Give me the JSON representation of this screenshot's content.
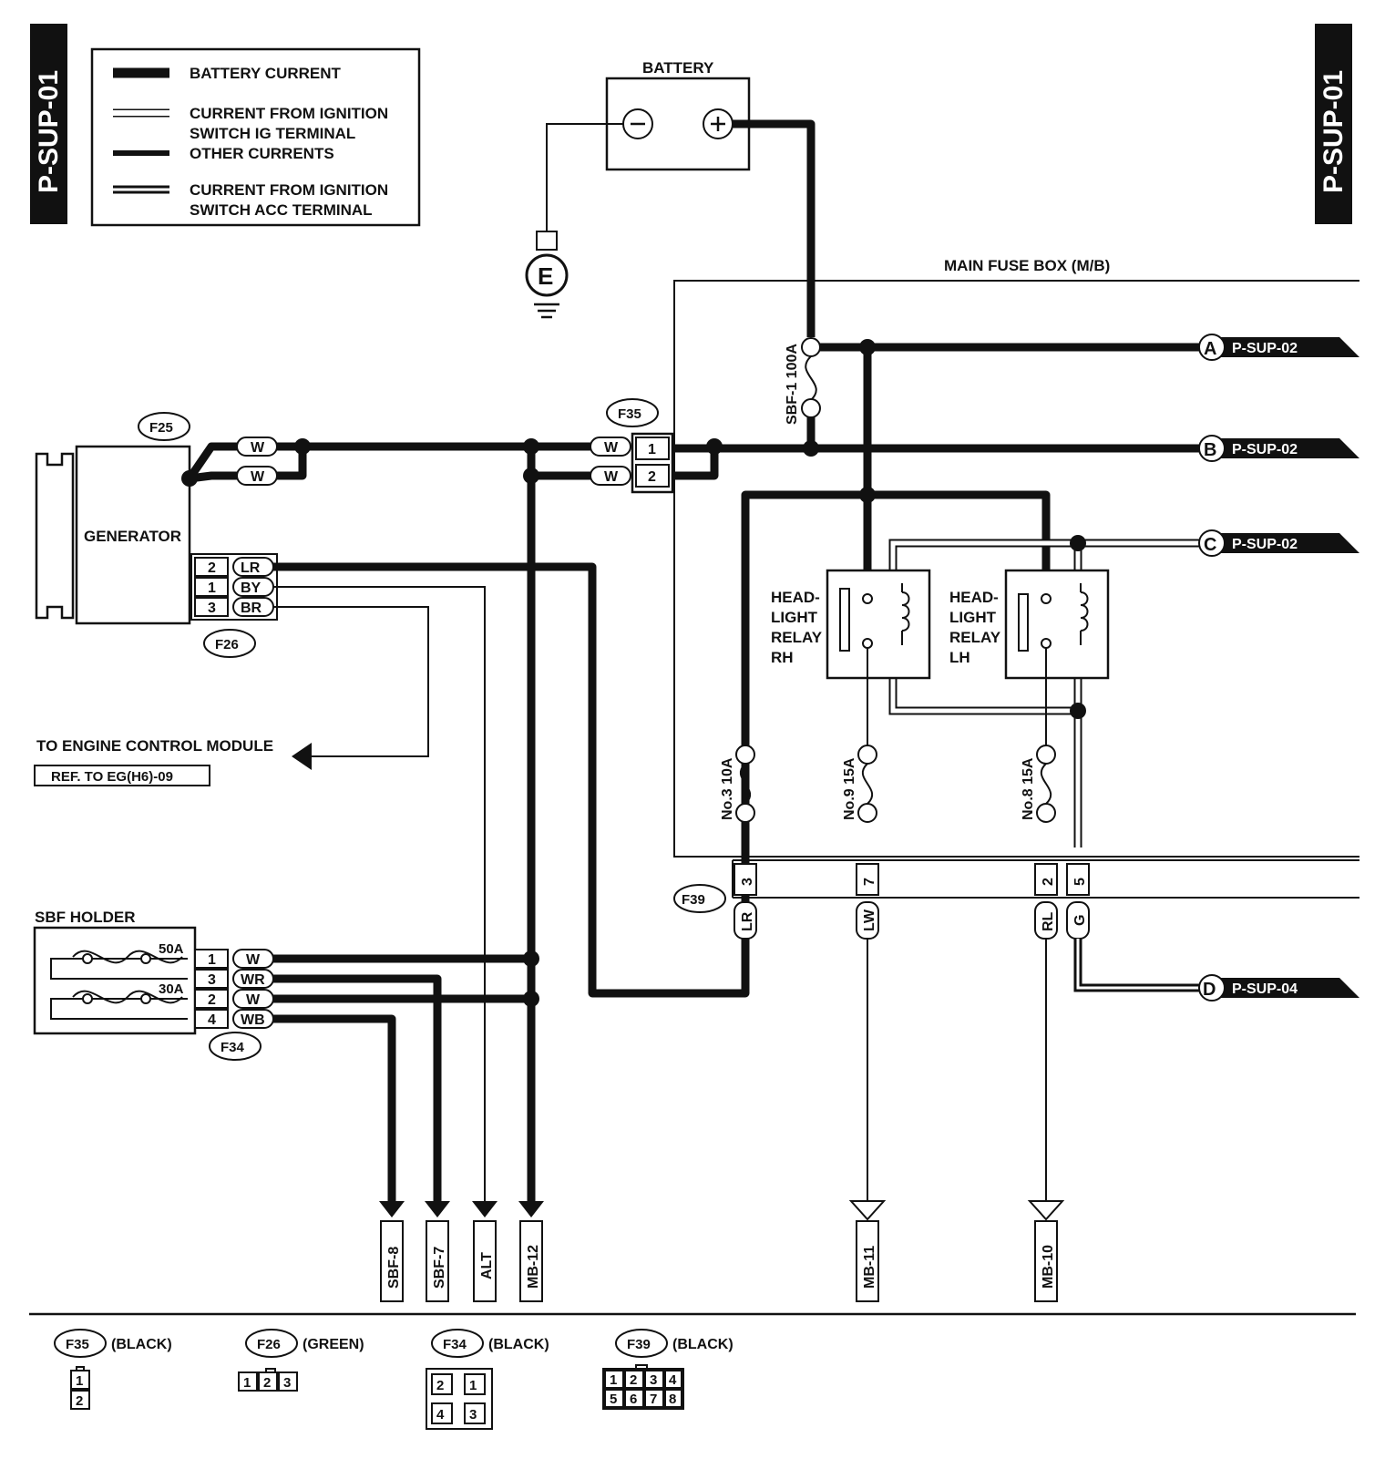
{
  "page_tag": "P-SUP-01",
  "legend": {
    "battery_current": "BATTERY CURRENT",
    "ig_current_1": "CURRENT FROM IGNITION",
    "ig_current_2": "SWITCH IG TERMINAL",
    "other_currents": "OTHER CURRENTS",
    "acc_current_1": "CURRENT FROM IGNITION",
    "acc_current_2": "SWITCH ACC TERMINAL"
  },
  "battery": {
    "label": "BATTERY",
    "ground": "E"
  },
  "main_fuse_box": "MAIN FUSE BOX (M/B)",
  "fuses": {
    "sbf1": "SBF-1 100A",
    "no3": "No.3 10A",
    "no9": "No.9 15A",
    "no8": "No.8 15A"
  },
  "generator": {
    "label": "GENERATOR",
    "conn_top": "F25",
    "conn_bottom": "F26"
  },
  "f26_pins": [
    {
      "pin": "2",
      "wire": "LR"
    },
    {
      "pin": "1",
      "wire": "BY"
    },
    {
      "pin": "3",
      "wire": "BR"
    }
  ],
  "f25_wires": [
    "W",
    "W"
  ],
  "f35": {
    "label": "F35",
    "pins": [
      "1",
      "2"
    ],
    "wires": [
      "W",
      "W"
    ]
  },
  "ecm_ref": {
    "text": "TO ENGINE CONTROL MODULE",
    "ref": "REF. TO EG(H6)-09"
  },
  "relays": {
    "rh": [
      "HEAD-",
      "LIGHT",
      "RELAY",
      "RH"
    ],
    "lh": [
      "HEAD-",
      "LIGHT",
      "RELAY",
      "LH"
    ]
  },
  "f39": {
    "label": "F39",
    "pins": [
      {
        "pin": "3",
        "wire": "LR"
      },
      {
        "pin": "7",
        "wire": "LW"
      },
      {
        "pin": "2",
        "wire": "RL"
      },
      {
        "pin": "5",
        "wire": "G"
      }
    ]
  },
  "offpage": [
    {
      "letter": "A",
      "ref": "P-SUP-02"
    },
    {
      "letter": "B",
      "ref": "P-SUP-02"
    },
    {
      "letter": "C",
      "ref": "P-SUP-02"
    },
    {
      "letter": "D",
      "ref": "P-SUP-04"
    }
  ],
  "sbf_holder": {
    "label": "SBF HOLDER",
    "conn": "F34",
    "fuse_top": "50A",
    "fuse_bottom": "30A",
    "pins": [
      {
        "pin": "1",
        "wire": "W"
      },
      {
        "pin": "3",
        "wire": "WR"
      },
      {
        "pin": "2",
        "wire": "W"
      },
      {
        "pin": "4",
        "wire": "WB"
      }
    ]
  },
  "terminals": [
    "SBF-8",
    "SBF-7",
    "ALT",
    "MB-12",
    "MB-11",
    "MB-10"
  ],
  "connector_views": [
    {
      "name": "F35",
      "color": "(BLACK)",
      "pins": [
        "1",
        "2"
      ]
    },
    {
      "name": "F26",
      "color": "(GREEN)",
      "pins": [
        "1",
        "2",
        "3"
      ]
    },
    {
      "name": "F34",
      "color": "(BLACK)",
      "pins": [
        "2",
        "1",
        "4",
        "3"
      ]
    },
    {
      "name": "F39",
      "color": "(BLACK)",
      "pins": [
        "1",
        "2",
        "3",
        "4",
        "5",
        "6",
        "7",
        "8"
      ]
    }
  ]
}
